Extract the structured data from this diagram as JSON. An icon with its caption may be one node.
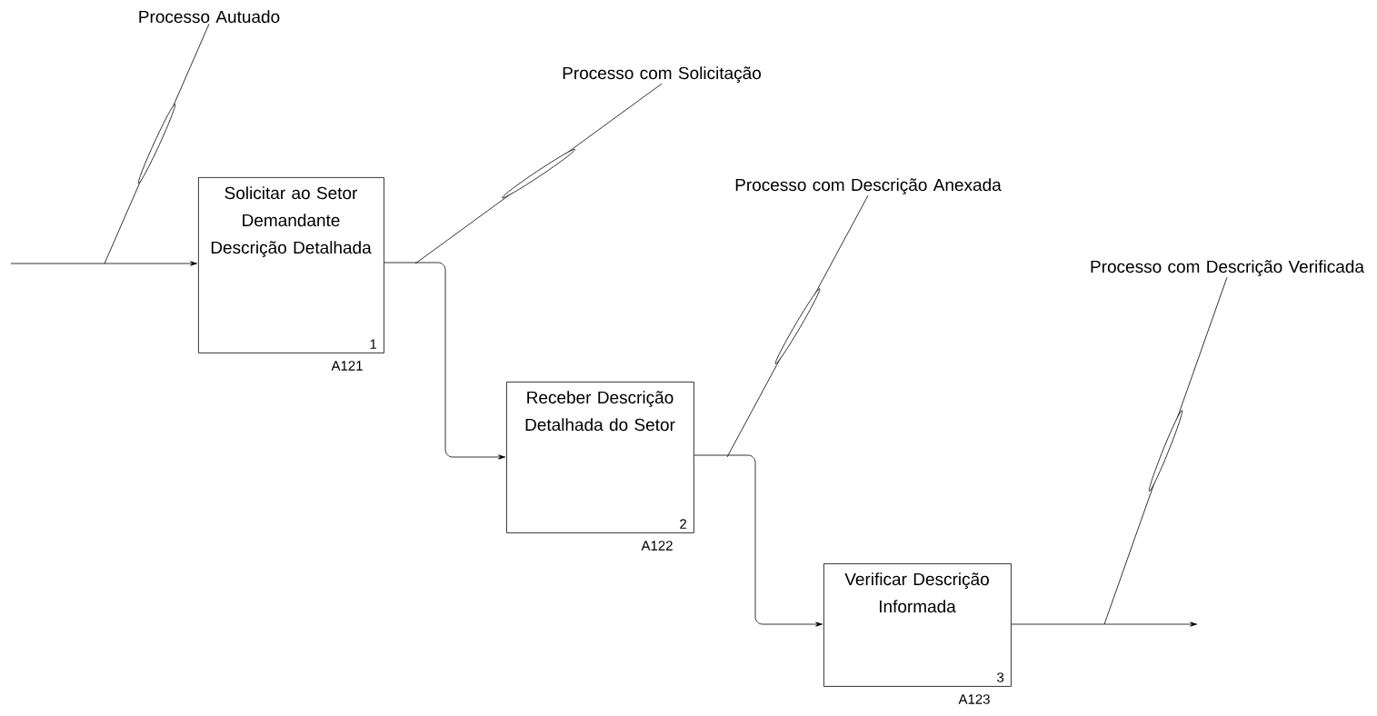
{
  "diagram": {
    "nodes": [
      {
        "text": [
          "Solicitar ao Setor Demandante Descrição Detalhada",
          "1"
        ],
        "beside": [
          "A121"
        ]
      },
      {
        "text": [
          "Receber Descrição Detalhada do Setor",
          "2"
        ],
        "beside": [
          "A122"
        ]
      },
      {
        "text": [
          "Verificar Descrição Informada",
          "3"
        ],
        "beside": [
          "A123"
        ]
      },
      {
        "text": [
          "Processo Autuado"
        ]
      },
      {
        "text": [
          "Processo com Solicitação"
        ]
      },
      {
        "text": [
          "Processo com Descrição Anexada"
        ]
      },
      {
        "text": [
          "Processo com Descrição Verificada"
        ]
      }
    ],
    "edges": [
      {
        "from": null,
        "to": 0,
        "arrow": "to"
      },
      {
        "from": 0,
        "to": 1,
        "arrow": "to"
      },
      {
        "from": 1,
        "to": 2,
        "arrow": "to"
      },
      {
        "from": 2,
        "to": null,
        "arrow": "to"
      },
      {
        "from": 3,
        "to": null,
        "arrow": "none"
      },
      {
        "from": 4,
        "to": null,
        "arrow": "none"
      },
      {
        "from": 5,
        "to": null,
        "arrow": "none"
      },
      {
        "from": 6,
        "to": null,
        "arrow": "none"
      }
    ]
  }
}
